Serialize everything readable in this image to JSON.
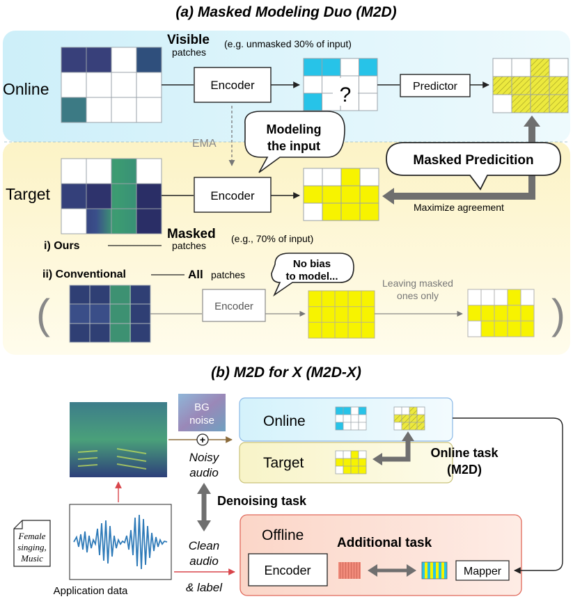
{
  "section_a": {
    "title": "(a) Masked Modeling Duo (M2D)",
    "online_label": "Online",
    "target_label": "Target",
    "visible_bold": "Visible",
    "visible_rest": "patches",
    "visible_note": "(e.g. unmasked 30% of input)",
    "encoder": "Encoder",
    "question": "?",
    "predictor": "Predictor",
    "ema": "EMA",
    "bubble_modeling_1": "Modeling",
    "bubble_modeling_2": "the input",
    "bubble_masked_pred": "Masked Predicition",
    "maximize": "Maximize agreement",
    "masked_bold": "Masked",
    "masked_rest": "patches",
    "masked_note": "(e.g., 70% of input)",
    "ours": "i) Ours",
    "conventional": "ii) Conventional",
    "all_bold": "All",
    "all_rest": "patches",
    "bubble_nobias_1": "No bias",
    "bubble_nobias_2": "to model...",
    "leaving_1": "Leaving masked",
    "leaving_2": "ones only",
    "paren_left": "(",
    "paren_right": ")"
  },
  "section_b": {
    "title": "(b) M2D for X (M2D-X)",
    "bg_noise_1": "BG",
    "bg_noise_2": "noise",
    "plus": "+",
    "noisy_1": "Noisy",
    "noisy_2": "audio",
    "online": "Online",
    "target": "Target",
    "online_task_1": "Online task",
    "online_task_2": "(M2D)",
    "denoising": "Denoising task",
    "clean_1": "Clean",
    "clean_2": "audio",
    "clean_3": "& label",
    "offline": "Offline",
    "additional": "Additional task",
    "encoder": "Encoder",
    "mapper": "Mapper",
    "doc_1": "Female",
    "doc_2": "singing,",
    "doc_3": "Music",
    "app_data": "Application data"
  },
  "colors": {
    "online_bg": "#d8f3fb",
    "target_bg": "#fdf8d6",
    "cyan": "#27c3e8",
    "yellow": "#f7f300",
    "hatched_yellow": "#e5e23a",
    "offline_bg": "#fde2d8",
    "offline_border": "#e0685a",
    "gray_arrow": "#707070",
    "brown_arrow": "#8a6a3a",
    "red_arrow": "#d8444a"
  }
}
